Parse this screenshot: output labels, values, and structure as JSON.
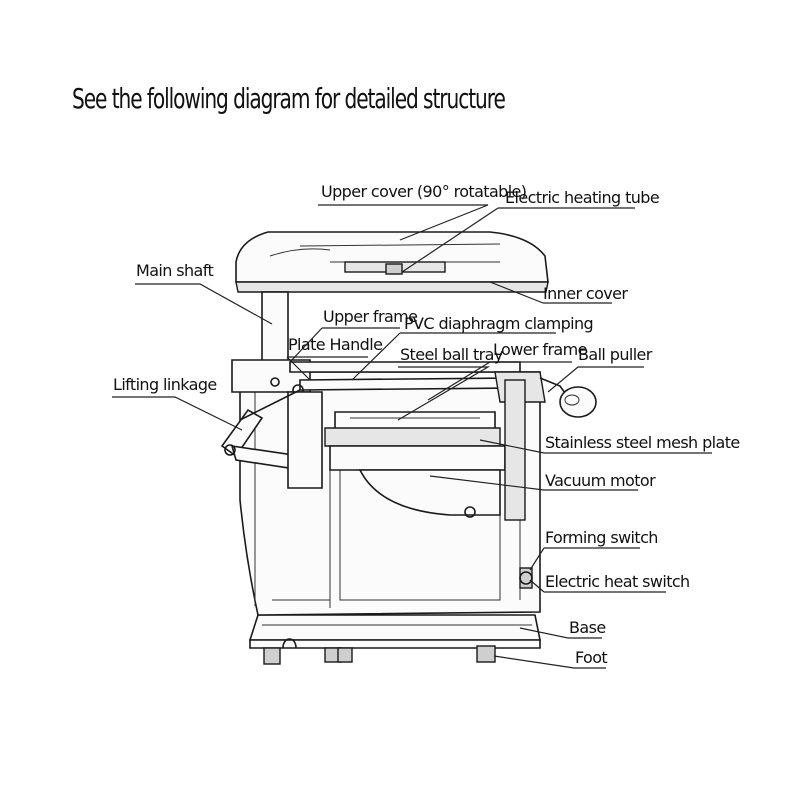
{
  "heading": "See the following diagram for detailed structure",
  "labels": {
    "upper_cover": "Upper cover (90° rotatable)",
    "electric_heating_tube": "Electric heating tube",
    "main_shaft": "Main shaft",
    "inner_cover": "Inner cover",
    "upper_frame": "Upper frame",
    "pvc_clamping": "PVC diaphragm clamping",
    "plate_handle": "Plate Handle",
    "steel_ball_tray": "Steel ball tray",
    "lower_frame": "Lower frame",
    "ball_puller": "Ball puller",
    "lifting_linkage": "Lifting linkage",
    "mesh_plate": "Stainless steel mesh plate",
    "vacuum_motor": "Vacuum motor",
    "forming_switch": "Forming switch",
    "heat_switch": "Electric heat switch",
    "base": "Base",
    "foot": "Foot"
  }
}
